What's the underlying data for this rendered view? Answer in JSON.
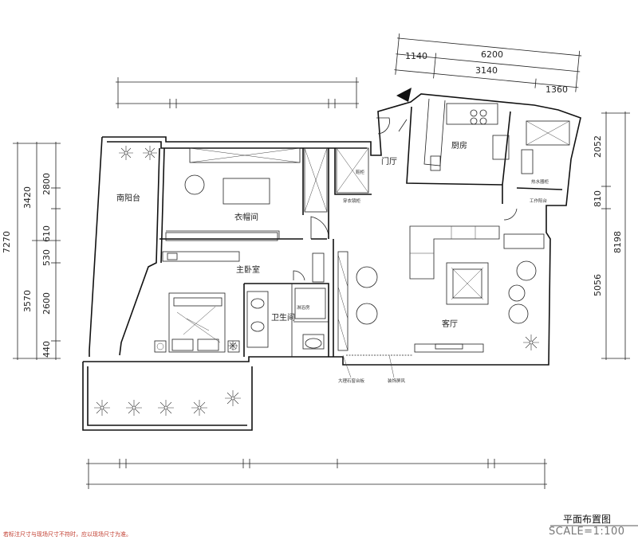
{
  "dimensions": {
    "top": [
      "6200",
      "1140",
      "3140",
      "1360"
    ],
    "left": [
      "7270",
      "3420",
      "2800",
      "610",
      "530",
      "3570",
      "2600",
      "440"
    ],
    "right": [
      "8198",
      "2052",
      "810",
      "5056"
    ]
  },
  "rooms": {
    "south_balcony": "南阳台",
    "walk_in_closet": "衣帽间",
    "master_bedroom": "主卧室",
    "bathroom": "卫生间",
    "foyer": "门厅",
    "kitchen": "厨房",
    "work_balcony": "工作阳台",
    "living_room": "客厅",
    "shower": "淋浴房"
  },
  "annotations": {
    "shoe_cabinet": "鞋柜",
    "mirror_cabinet": "穿衣镜柜",
    "water_heater": "热水器柜",
    "marble_counter": "大理石窗台板",
    "screen": "装饰屏风"
  },
  "title": "平面布置图",
  "scale": "SCALE=1:100",
  "note": "若标注尺寸与现场尺寸不符时，应以现场尺寸为准。"
}
